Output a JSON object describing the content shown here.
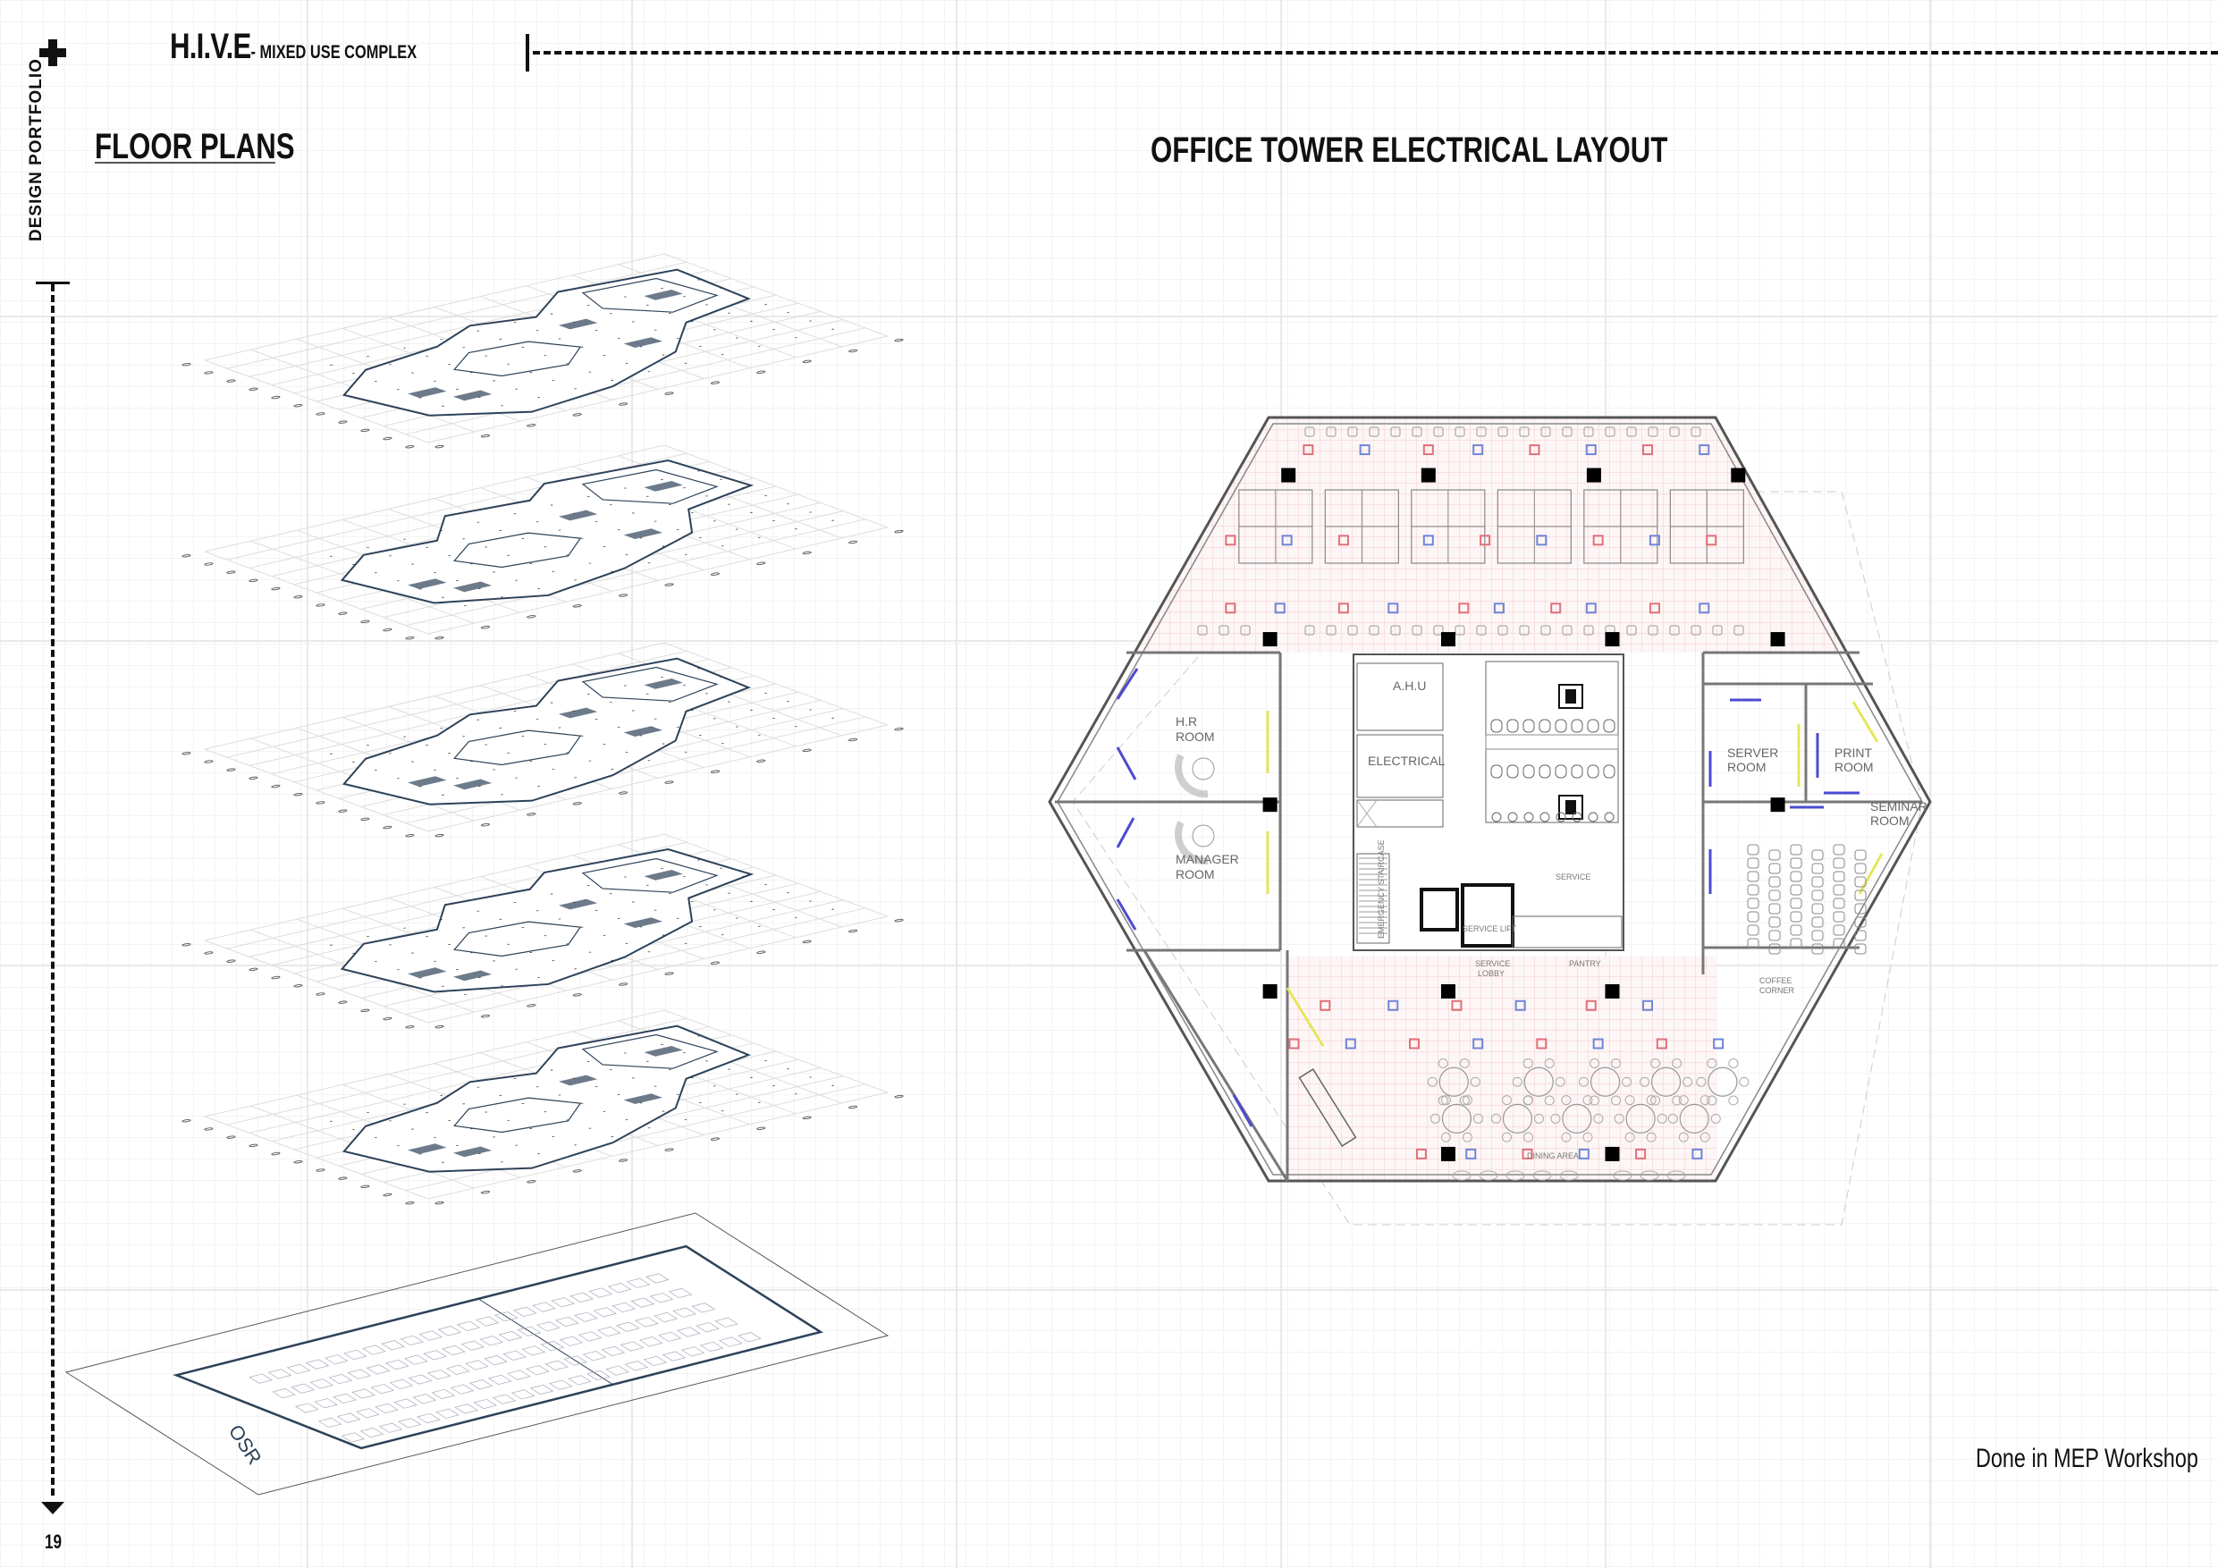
{
  "header": {
    "brand": "H.I.V.E",
    "brand_suffix": "- MIXED USE COMPLEX",
    "side_label": "DESIGN PORTFOLIO",
    "page_number": "19"
  },
  "floor_plans": {
    "title": "FLOOR PLANS",
    "parking_label": "OSR"
  },
  "electrical_layout": {
    "title": "OFFICE TOWER ELECTRICAL LAYOUT",
    "rooms": {
      "ahu": "A.H.U",
      "electrical": "ELECTRICAL",
      "hr_1": "H.R",
      "hr_2": "ROOM",
      "manager_1": "MANAGER",
      "manager_2": "ROOM",
      "server_1": "SERVER",
      "server_2": "ROOM",
      "print_1": "PRINT",
      "print_2": "ROOM",
      "seminar_1": "SEMINAR",
      "seminar_2": "ROOM",
      "service": "SERVICE",
      "service_lift": "SERVICE LIFT",
      "service_lobby_1": "SERVICE",
      "service_lobby_2": "LOBBY",
      "pantry": "PANTRY",
      "coffee_1": "COFFEE",
      "coffee_2": "CORNER",
      "staircase": "EMERGENCY STAIRCASE",
      "dining": "DINING AREA"
    },
    "footnote": "Done in MEP Workshop"
  },
  "colors": {
    "ink": "#111111",
    "plan_blue": "#2d4259",
    "light_fixture_red": "#e0707a",
    "light_fixture_blue": "#6f86d8",
    "wall_light_blue": "#4b4bd0",
    "wall_light_yellow": "#e6e65a",
    "column": "#000000",
    "zone_grid": "#f2c9c9"
  }
}
